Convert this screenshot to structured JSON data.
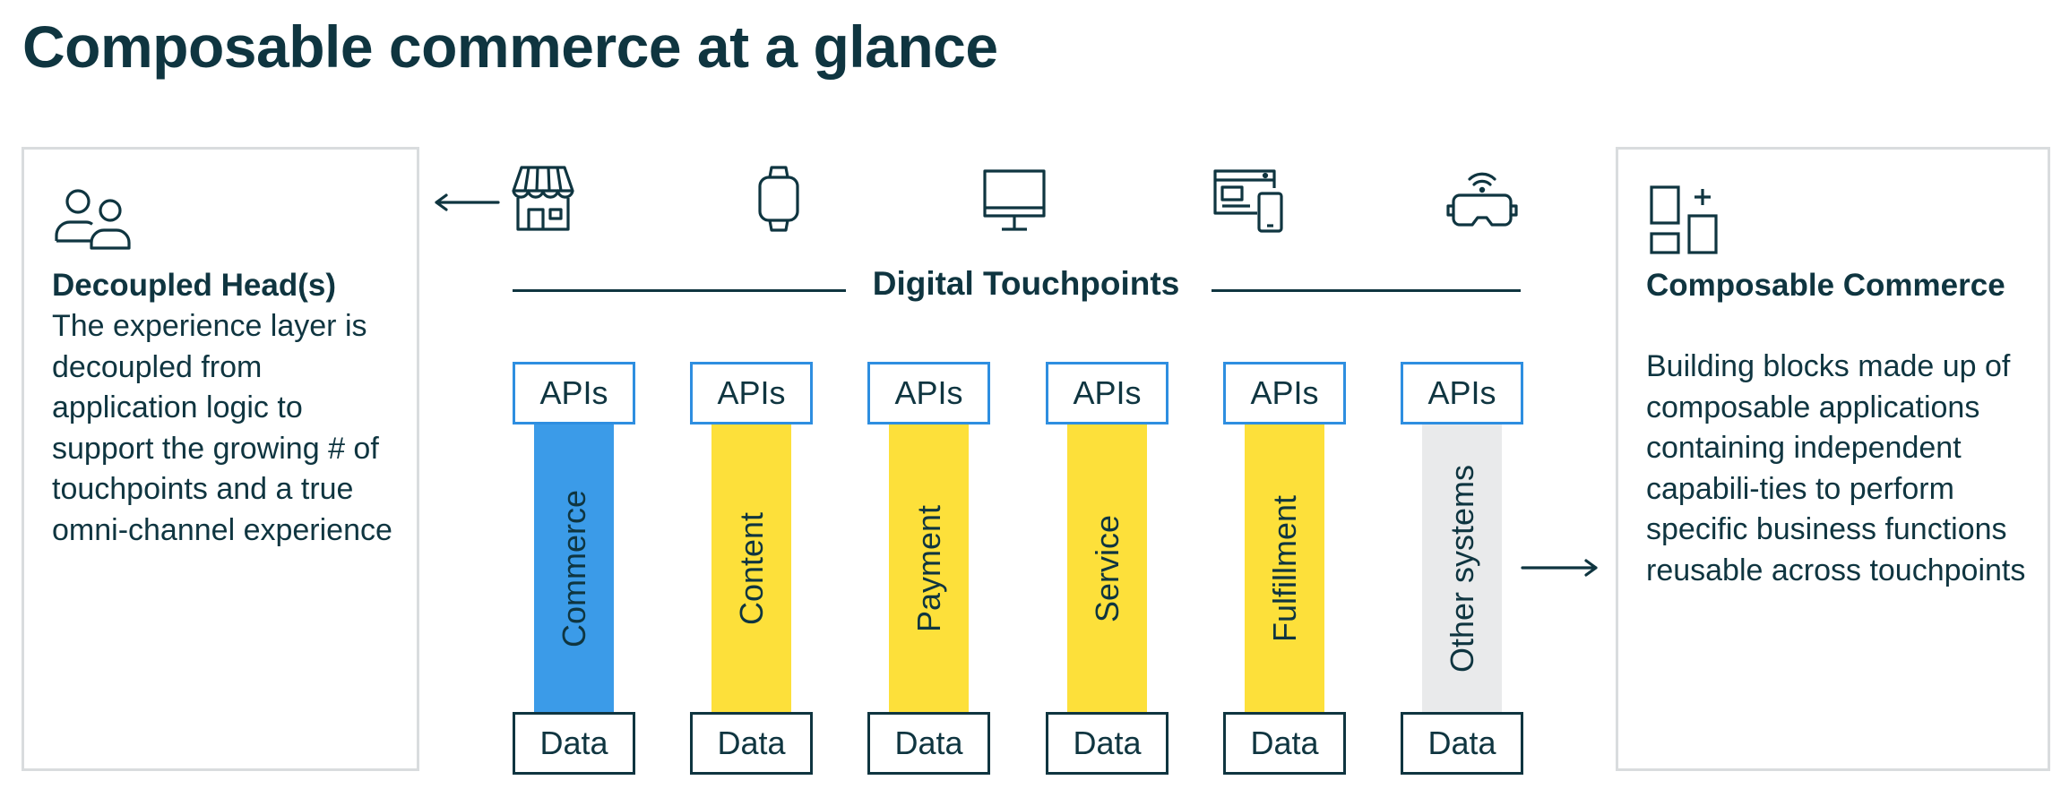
{
  "title": "Composable commerce at a glance",
  "left_panel": {
    "icon": "users-icon",
    "heading": "Decoupled Head(s)",
    "text": "The experience layer is decoupled from application logic to support the growing # of touchpoints and a true omni-channel experience"
  },
  "right_panel": {
    "icon": "building-blocks-icon",
    "heading": "Composable Commerce",
    "text": "Building blocks made up of composable applications containing independent capabili-ties to perform specific business functions reusable across touchpoints"
  },
  "touchpoints": {
    "label": "Digital Touchpoints",
    "icons": [
      "storefront-icon",
      "smartwatch-icon",
      "desktop-monitor-icon",
      "web-and-mobile-icon",
      "vr-headset-icon"
    ]
  },
  "columns": [
    {
      "api": "APIs",
      "label": "Commerce",
      "data": "Data",
      "color": "#3b9be8"
    },
    {
      "api": "APIs",
      "label": "Content",
      "data": "Data",
      "color": "#fde03a"
    },
    {
      "api": "APIs",
      "label": "Payment",
      "data": "Data",
      "color": "#fde03a"
    },
    {
      "api": "APIs",
      "label": "Service",
      "data": "Data",
      "color": "#fde03a"
    },
    {
      "api": "APIs",
      "label": "Fulfillment",
      "data": "Data",
      "color": "#fde03a"
    },
    {
      "api": "APIs",
      "label": "Other systems",
      "data": "Data",
      "color": "#e9eaeb"
    }
  ],
  "colors": {
    "text": "#0f3540",
    "api_border": "#2e8ee0",
    "panel_border": "#d9dcde"
  }
}
